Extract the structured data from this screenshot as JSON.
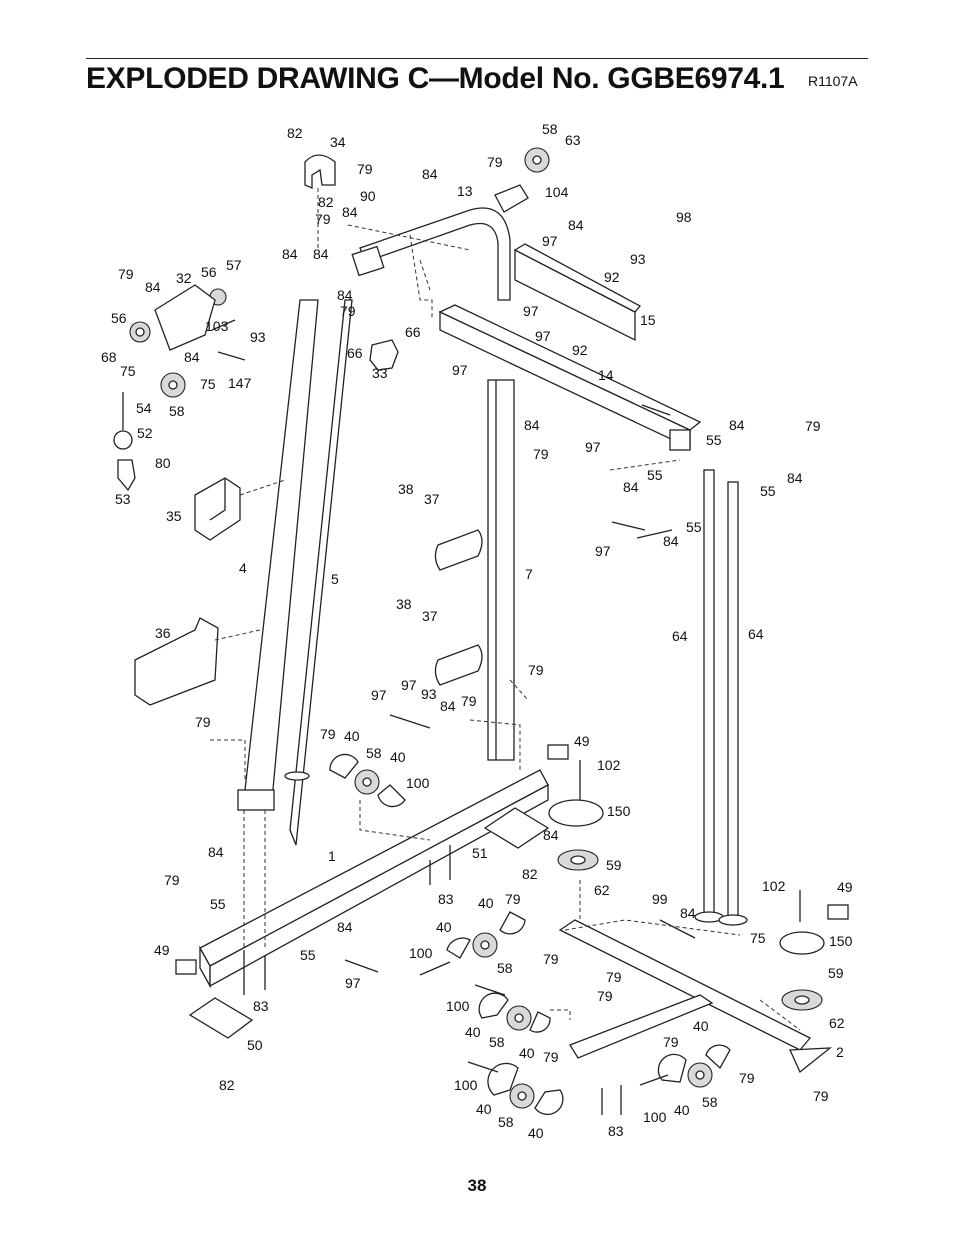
{
  "header": {
    "title": "EXPLODED DRAWING C—Model No. GGBE6974.1",
    "revision": "R1107A"
  },
  "footer": {
    "page_number": "38"
  },
  "callouts": [
    "82",
    "34",
    "58",
    "63",
    "79",
    "84",
    "90",
    "13",
    "79",
    "104",
    "82",
    "79",
    "84",
    "97",
    "84",
    "93",
    "98",
    "79",
    "84",
    "32",
    "56",
    "57",
    "84",
    "84",
    "84",
    "92",
    "56",
    "103",
    "93",
    "79",
    "97",
    "15",
    "66",
    "66",
    "68",
    "84",
    "33",
    "147",
    "92",
    "75",
    "75",
    "97",
    "14",
    "54",
    "58",
    "97",
    "52",
    "84",
    "80",
    "79",
    "97",
    "84",
    "55",
    "79",
    "53",
    "35",
    "55",
    "84",
    "84",
    "55",
    "38",
    "37",
    "97",
    "55",
    "84",
    "4",
    "5",
    "7",
    "38",
    "37",
    "64",
    "64",
    "36",
    "79",
    "97",
    "97",
    "93",
    "84",
    "79",
    "79",
    "79",
    "40",
    "58",
    "40",
    "100",
    "49",
    "102",
    "150",
    "1",
    "84",
    "59",
    "51",
    "82",
    "84",
    "79",
    "62",
    "83",
    "55",
    "40",
    "79",
    "99",
    "102",
    "49",
    "84",
    "40",
    "75",
    "150",
    "49",
    "55",
    "97",
    "100",
    "58",
    "79",
    "84",
    "83",
    "79",
    "59",
    "100",
    "79",
    "62",
    "50",
    "40",
    "58",
    "40",
    "79",
    "40",
    "79",
    "2",
    "82",
    "100",
    "40",
    "58",
    "40",
    "83",
    "100",
    "40",
    "58",
    "79",
    "79"
  ]
}
